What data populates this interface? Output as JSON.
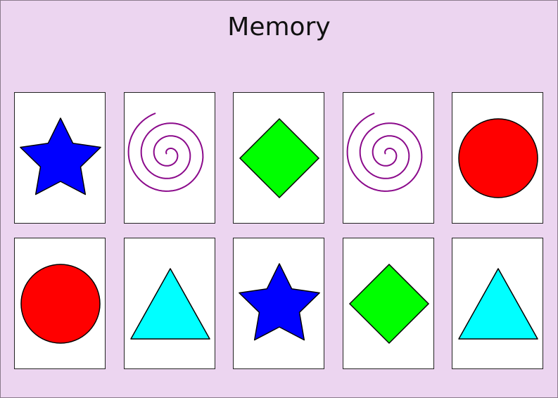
{
  "title": "Memory",
  "colors": {
    "background": "#ecd5f0",
    "star": "#0000ff",
    "spiral": "#8b0a8b",
    "diamond": "#00ff00",
    "circle": "#ff0000",
    "triangle": "#00ffff"
  },
  "cards": [
    {
      "symbol": "star"
    },
    {
      "symbol": "spiral"
    },
    {
      "symbol": "diamond"
    },
    {
      "symbol": "spiral"
    },
    {
      "symbol": "circle"
    },
    {
      "symbol": "circle"
    },
    {
      "symbol": "triangle"
    },
    {
      "symbol": "star"
    },
    {
      "symbol": "diamond"
    },
    {
      "symbol": "triangle"
    }
  ]
}
